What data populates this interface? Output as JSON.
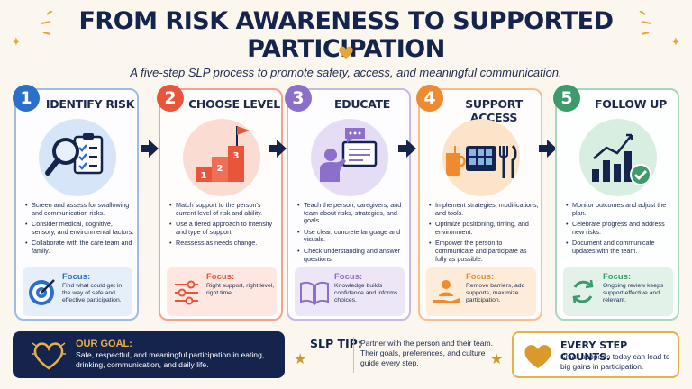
{
  "header": {
    "title": "FROM RISK AWARENESS TO SUPPORTED PARTICIPATION",
    "subtitle": "A five-step SLP process to promote safety, access, and meaningful communication."
  },
  "colors": {
    "navy": "#14244d",
    "gold": "#e2a83a",
    "step1": "#2a6fc9",
    "step2": "#e8553b",
    "step3": "#8b6fc9",
    "step4": "#ef8a2f",
    "step5": "#3d9a6a"
  },
  "steps": [
    {
      "number": "1",
      "title": "IDENTIFY RISK",
      "icon": "magnifier-checklist-icon",
      "bullets": [
        "Screen and assess for swallowing and communication risks.",
        "Consider medical, cognitive, sensory, and environmental factors.",
        "Collaborate with the care team and family."
      ],
      "focus_label": "Focus:",
      "focus_text": "Find what could get in the way of safe and effective participation.",
      "focus_icon": "target-icon"
    },
    {
      "number": "2",
      "title": "CHOOSE LEVEL",
      "icon": "stairs-flag-icon",
      "bullets": [
        "Match support to the person's current level of risk and ability.",
        "Use a tiered approach to intensity and type of support.",
        "Reassess as needs change."
      ],
      "focus_label": "Focus:",
      "focus_text": "Right support, right level, right time.",
      "focus_icon": "sliders-icon"
    },
    {
      "number": "3",
      "title": "EDUCATE",
      "icon": "presenter-icon",
      "bullets": [
        "Teach the person, caregivers, and team about risks, strategies, and goals.",
        "Use clear, concrete language and visuals.",
        "Check understanding and answer questions."
      ],
      "focus_label": "Focus:",
      "focus_text": "Knowledge builds confidence and informs choices.",
      "focus_icon": "open-book-icon"
    },
    {
      "number": "4",
      "title": "SUPPORT ACCESS",
      "icon": "cup-tablet-utensils-icon",
      "bullets": [
        "Implement strategies, modifications, and tools.",
        "Optimize positioning, timing, and environment.",
        "Empower the person to communicate and participate as fully as possible."
      ],
      "focus_label": "Focus:",
      "focus_text": "Remove barriers, add supports, maximize participation.",
      "focus_icon": "helping-hand-icon"
    },
    {
      "number": "5",
      "title": "FOLLOW UP",
      "icon": "chart-check-icon",
      "bullets": [
        "Monitor outcomes and adjust the plan.",
        "Celebrate progress and address new risks.",
        "Document and communicate updates with the team."
      ],
      "focus_label": "Focus:",
      "focus_text": "Ongoing review keeps support effective and relevant.",
      "focus_icon": "cycle-arrows-icon"
    }
  ],
  "goal": {
    "label": "OUR GOAL:",
    "text": "Safe, respectful, and meaningful participation in eating, drinking, communication, and daily life.",
    "icon": "heart-outline-icon"
  },
  "tip": {
    "label": "SLP TIP:",
    "text": "Partner with the person and their team. Their goals, preferences, and culture guide every step.",
    "icon": "star-icon"
  },
  "count": {
    "title": "EVERY STEP COUNTS.",
    "text": "Small supports today can lead to big gains in participation.",
    "icon": "heart-filled-icon"
  }
}
